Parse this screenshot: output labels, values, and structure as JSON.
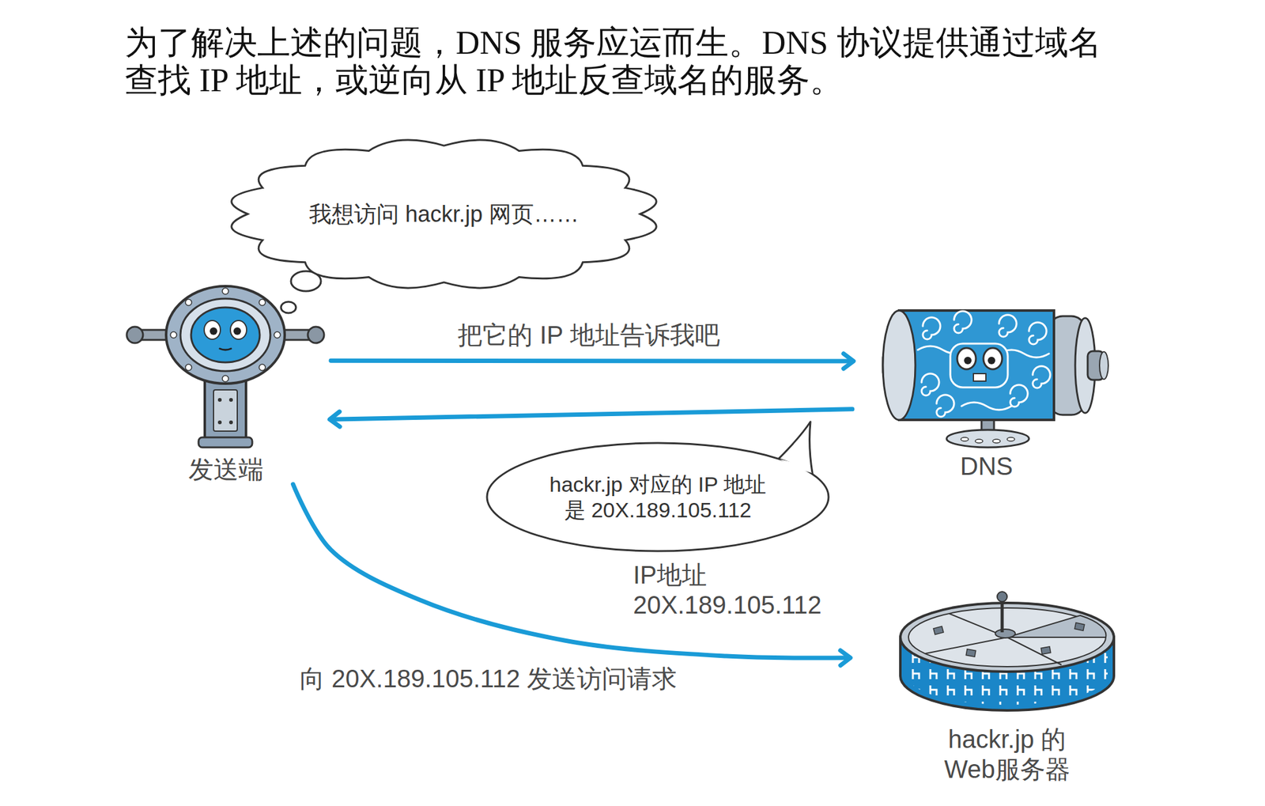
{
  "diagram": {
    "nodes": [
      {
        "text": [
          "我想访问 hackr.jp 网页……"
        ]
      },
      {
        "text": [
          "发送端"
        ]
      },
      {
        "text": [
          "DNS"
        ]
      },
      {
        "text": [
          "hackr.jp 对应的 IP 地址 是 20X.189.105.112"
        ]
      },
      {
        "text": [
          "hackr.jp 的 Web服务器"
        ]
      }
    ],
    "edges": [
      {
        "from": 1,
        "to": 2,
        "arrow": "to",
        "label": "把它的 IP 地址告诉我吧"
      },
      {
        "from": 2,
        "to": 1,
        "arrow": "to"
      },
      {
        "from": 1,
        "to": 4,
        "arrow": "to",
        "label": "向 20X.189.105.112 发送访问请求"
      }
    ],
    "labels": [
      "为了解决上述的问题，DNS 服务应运而生。DNS 协议提供通过域名查找 IP 地址，或逆向从 IP 地址反查域名的服务。",
      "IP地址 20X.189.105.112"
    ]
  }
}
